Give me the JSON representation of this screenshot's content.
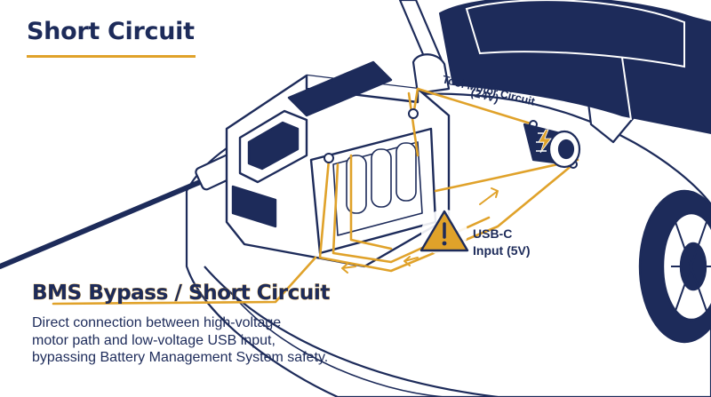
{
  "title": "Short Circuit",
  "labels": {
    "motor_voltage": "(24V)",
    "motor_circuit": "Tool Motor Circuit",
    "usb_line1": "USB-C",
    "usb_line2": "Input (5V)"
  },
  "callout": {
    "heading": "BMS Bypass / Short Circuit",
    "lines": [
      "Direct connection between high-voltage",
      "motor path and low-voltage USB input,",
      "bypassing Battery Management System safety."
    ]
  },
  "colors": {
    "navy": "#1d2b5a",
    "amber": "#e0a22a",
    "white": "#ffffff"
  },
  "icons": [
    "warning-icon",
    "lightning-icon"
  ]
}
